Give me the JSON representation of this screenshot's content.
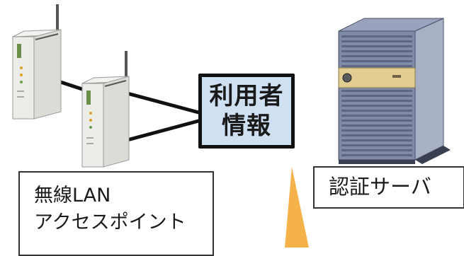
{
  "info_box": {
    "line1": "利用者",
    "line2": "情報"
  },
  "access_point_label": {
    "line1": "無線LAN",
    "line2": "アクセスポイント"
  },
  "server_label": {
    "text": "認証サーバ"
  },
  "colors": {
    "info_box_fill": "#cfe0f2",
    "arrow_fill": "#f6b24a",
    "server_body": "#7f8aa6",
    "server_panel": "#e2cd92",
    "router_body": "#e6e6e2"
  }
}
